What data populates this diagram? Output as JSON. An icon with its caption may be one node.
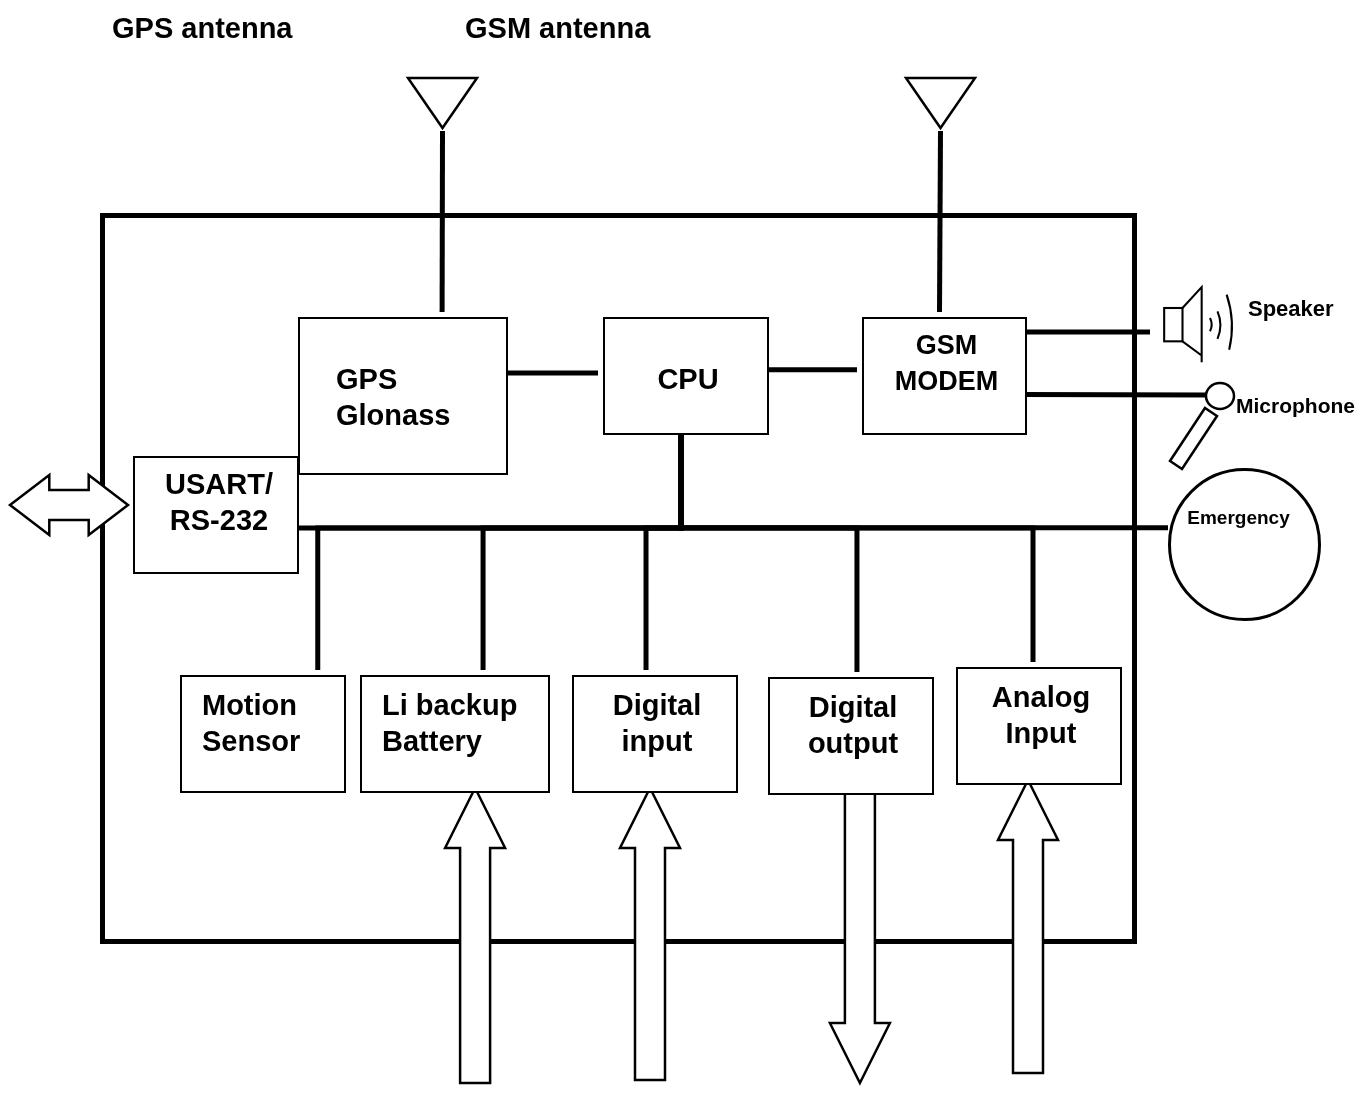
{
  "diagram": {
    "nodes": [
      {
        "text": [],
        "shape": "antenna"
      },
      {
        "text": [],
        "shape": "antenna"
      },
      {
        "text": [],
        "shape": "box"
      },
      {
        "text": [
          "GPS Glonass"
        ],
        "in": 2
      },
      {
        "text": [
          "CPU"
        ],
        "in": 2
      },
      {
        "text": [
          "GSM MODEM"
        ],
        "in": 2
      },
      {
        "text": [
          "Speaker"
        ]
      },
      {
        "text": [
          "Microphone"
        ]
      },
      {
        "text": [
          "USART/ RS-232"
        ],
        "in": 2
      },
      {
        "text": [
          "Emergency"
        ]
      },
      {
        "text": [
          "Motion Sensor"
        ],
        "in": 2
      },
      {
        "text": [
          "Li backup Battery"
        ],
        "in": 2
      },
      {
        "text": [
          "Digital input"
        ],
        "in": 2
      },
      {
        "text": [
          "Digital output"
        ],
        "in": 2
      },
      {
        "text": [
          "Analog Input"
        ],
        "in": 2
      }
    ],
    "edges": [
      {
        "from": 0,
        "to": 3,
        "arrow": "none"
      },
      {
        "from": 1,
        "to": 5,
        "arrow": "none"
      },
      {
        "from": 3,
        "to": 4,
        "arrow": "none"
      },
      {
        "from": 4,
        "to": 5,
        "arrow": "none"
      },
      {
        "from": 5,
        "to": 6,
        "arrow": "none"
      },
      {
        "from": 5,
        "to": 7,
        "arrow": "none"
      },
      {
        "from": 4,
        "to": 8,
        "arrow": "none"
      },
      {
        "from": 4,
        "to": 9,
        "arrow": "none"
      },
      {
        "from": 4,
        "to": 10,
        "arrow": "none"
      },
      {
        "from": 4,
        "to": 11,
        "arrow": "none"
      },
      {
        "from": 4,
        "to": 12,
        "arrow": "none"
      },
      {
        "from": 4,
        "to": 13,
        "arrow": "none"
      },
      {
        "from": 4,
        "to": 14,
        "arrow": "none"
      },
      {
        "from": null,
        "to": 8,
        "arrow": "both",
        "style": "thick"
      },
      {
        "from": null,
        "to": 11,
        "arrow": "to",
        "style": "thick"
      },
      {
        "from": null,
        "to": 12,
        "arrow": "to",
        "style": "thick"
      },
      {
        "from": 13,
        "to": null,
        "arrow": "to",
        "style": "thick"
      },
      {
        "from": null,
        "to": 14,
        "arrow": "to",
        "style": "thick"
      }
    ],
    "labels": [
      "GPS antenna",
      "GSM antenna"
    ]
  }
}
